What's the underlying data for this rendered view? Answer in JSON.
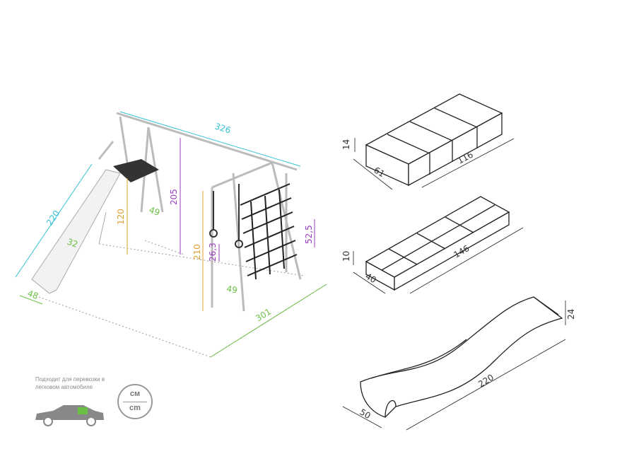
{
  "playset": {
    "dims": {
      "top_beam": "326",
      "slide_length": "220",
      "slide_width": "32",
      "slide_foot": "48",
      "platform_height": "120",
      "ladder_width": "49",
      "frame_height": "205",
      "net_frame_height": "210",
      "rings_gap": "26,3",
      "rings_height": "52,5",
      "net_width": "49",
      "total_length": "301"
    }
  },
  "packages": [
    {
      "height": "14",
      "width": "61",
      "length": "116"
    },
    {
      "height": "10",
      "width": "40",
      "length": "146"
    }
  ],
  "slide_package": {
    "height": "24",
    "width": "50",
    "length": "220"
  },
  "footer": {
    "car_note": "Подходит для перевозки в легковом автомобиле",
    "unit_ru": "см",
    "unit_en": "cm"
  },
  "colors": {
    "cyan": "#35c3d4",
    "green": "#6cbf45",
    "orange": "#e0a131",
    "purple": "#9a3dc0"
  }
}
